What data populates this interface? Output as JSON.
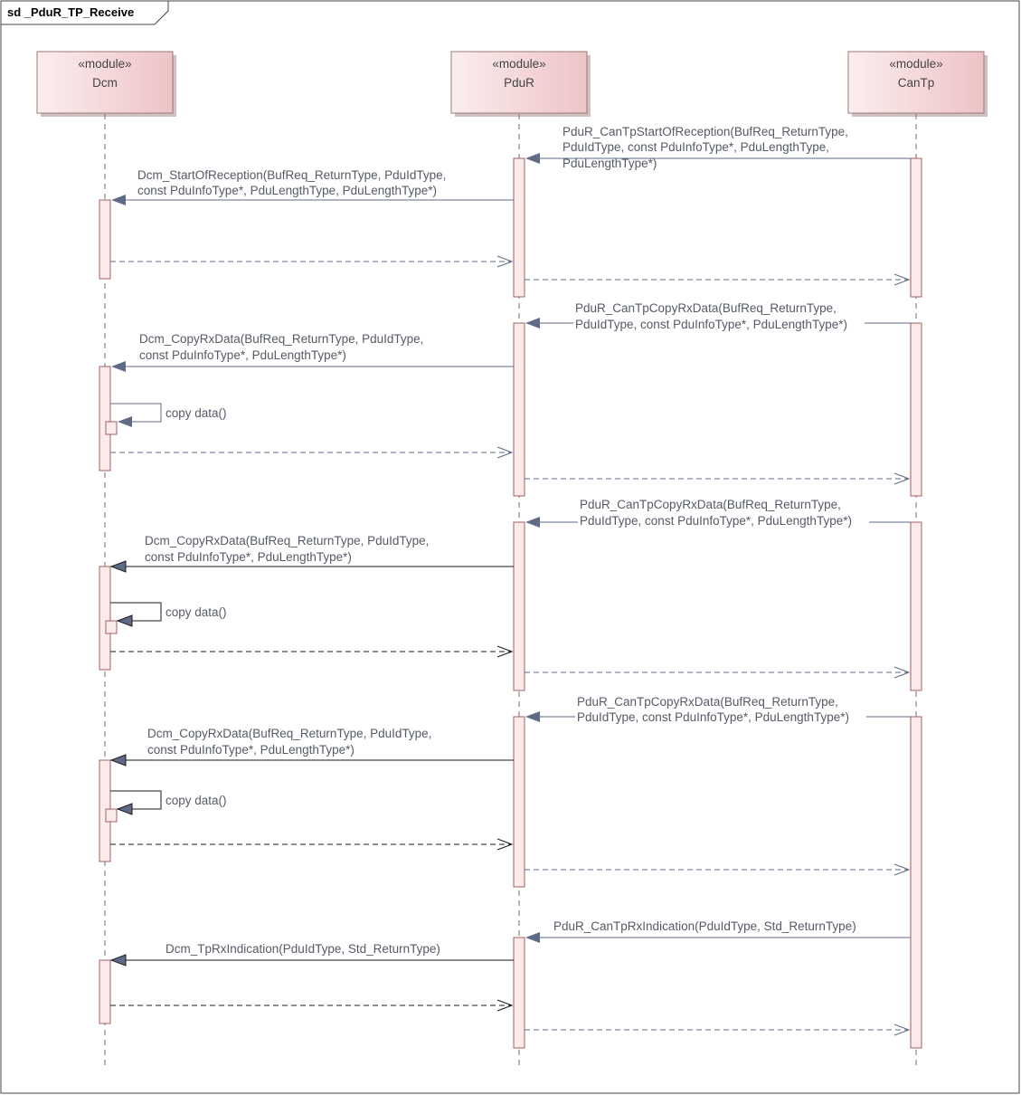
{
  "frame": {
    "title": "sd _PduR_TP_Receive"
  },
  "lifelines": [
    {
      "id": "dcm",
      "stereotype": "«module»",
      "name": "Dcm"
    },
    {
      "id": "pdur",
      "stereotype": "«module»",
      "name": "PduR"
    },
    {
      "id": "cantp",
      "stereotype": "«module»",
      "name": "CanTp"
    }
  ],
  "messages": {
    "m1": [
      "PduR_CanTpStartOfReception(BufReq_ReturnType,",
      "PduIdType, const PduInfoType*, PduLengthType,",
      "PduLengthType*)"
    ],
    "m2": [
      "Dcm_StartOfReception(BufReq_ReturnType, PduIdType,",
      "const PduInfoType*, PduLengthType, PduLengthType*)"
    ],
    "m3": [
      "PduR_CanTpCopyRxData(BufReq_ReturnType,",
      "PduIdType, const PduInfoType*, PduLengthType*)"
    ],
    "m4": [
      "Dcm_CopyRxData(BufReq_ReturnType, PduIdType,",
      "const PduInfoType*, PduLengthType*)"
    ],
    "m5": [
      "copy data()"
    ],
    "m6": [
      "PduR_CanTpCopyRxData(BufReq_ReturnType,",
      "PduIdType, const PduInfoType*, PduLengthType*)"
    ],
    "m7": [
      "Dcm_CopyRxData(BufReq_ReturnType, PduIdType,",
      "const PduInfoType*, PduLengthType*)"
    ],
    "m8": [
      "copy data()"
    ],
    "m9": [
      "PduR_CanTpCopyRxData(BufReq_ReturnType,",
      "PduIdType, const PduInfoType*, PduLengthType*)"
    ],
    "m10": [
      "Dcm_CopyRxData(BufReq_ReturnType, PduIdType,",
      "const PduInfoType*, PduLengthType*)"
    ],
    "m11": [
      "copy data()"
    ],
    "m12": [
      "PduR_CanTpRxIndication(PduIdType, Std_ReturnType)"
    ],
    "m13": [
      "Dcm_TpRxIndication(PduIdType, Std_ReturnType)"
    ]
  },
  "colors": {
    "head_fill": "#f3d2d4",
    "activation_fill": "#fbeaea",
    "activation_stroke": "#a05a5a",
    "lifeline": "#7a6a6a",
    "message_blue": "#5f6a86",
    "message_dark": "#1a1a1a"
  }
}
